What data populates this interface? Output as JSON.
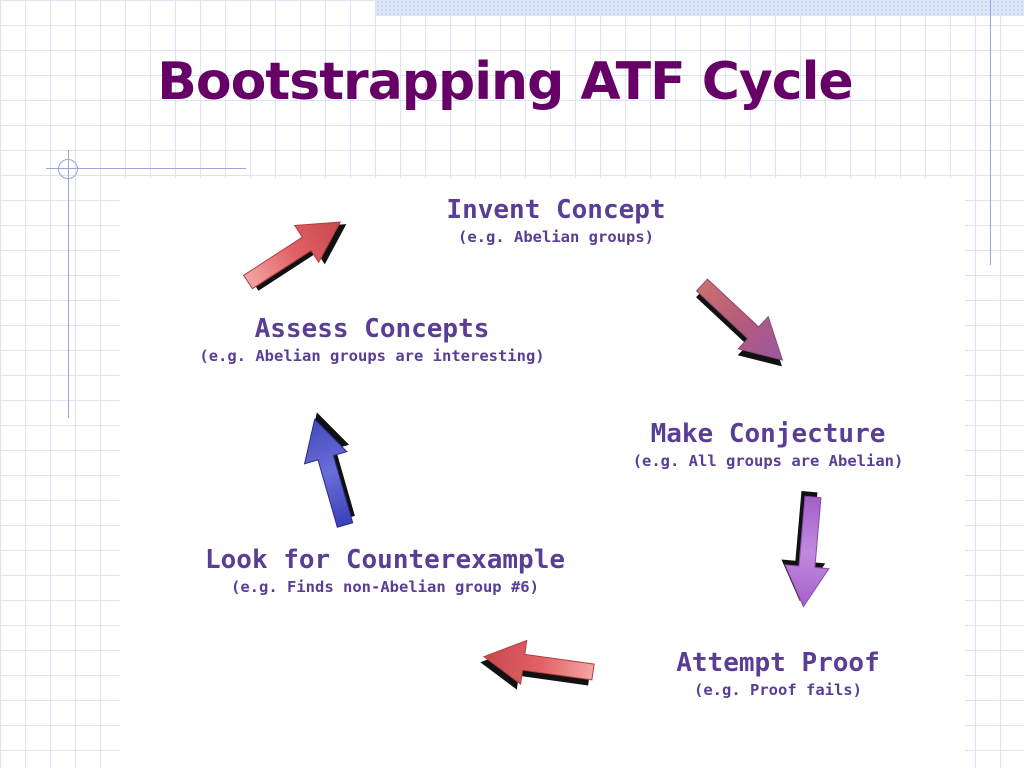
{
  "slide": {
    "title": "Bootstrapping ATF Cycle"
  },
  "colors": {
    "title": "#660066",
    "node_text": "#5a3d94",
    "arrow_red": "#e06064",
    "arrow_blue": "#5557c4",
    "arrow_purple": "#b97bd6"
  },
  "cycle": {
    "steps": [
      {
        "label": "Invent Concept",
        "example": "(e.g. Abelian groups)"
      },
      {
        "label": "Make Conjecture",
        "example": "(e.g. All groups are Abelian)"
      },
      {
        "label": "Attempt Proof",
        "example": "(e.g. Proof fails)"
      },
      {
        "label": "Look for Counterexample",
        "example": "(e.g. Finds non-Abelian group #6)"
      },
      {
        "label": "Assess Concepts",
        "example": "(e.g. Abelian groups are interesting)"
      }
    ],
    "arrows": [
      {
        "from": "Assess Concepts",
        "to": "Invent Concept",
        "color": "red"
      },
      {
        "from": "Invent Concept",
        "to": "Make Conjecture",
        "color": "red-purple"
      },
      {
        "from": "Make Conjecture",
        "to": "Attempt Proof",
        "color": "purple"
      },
      {
        "from": "Attempt Proof",
        "to": "Look for Counterexample",
        "color": "red"
      },
      {
        "from": "Look for Counterexample",
        "to": "Assess Concepts",
        "color": "blue"
      }
    ]
  }
}
